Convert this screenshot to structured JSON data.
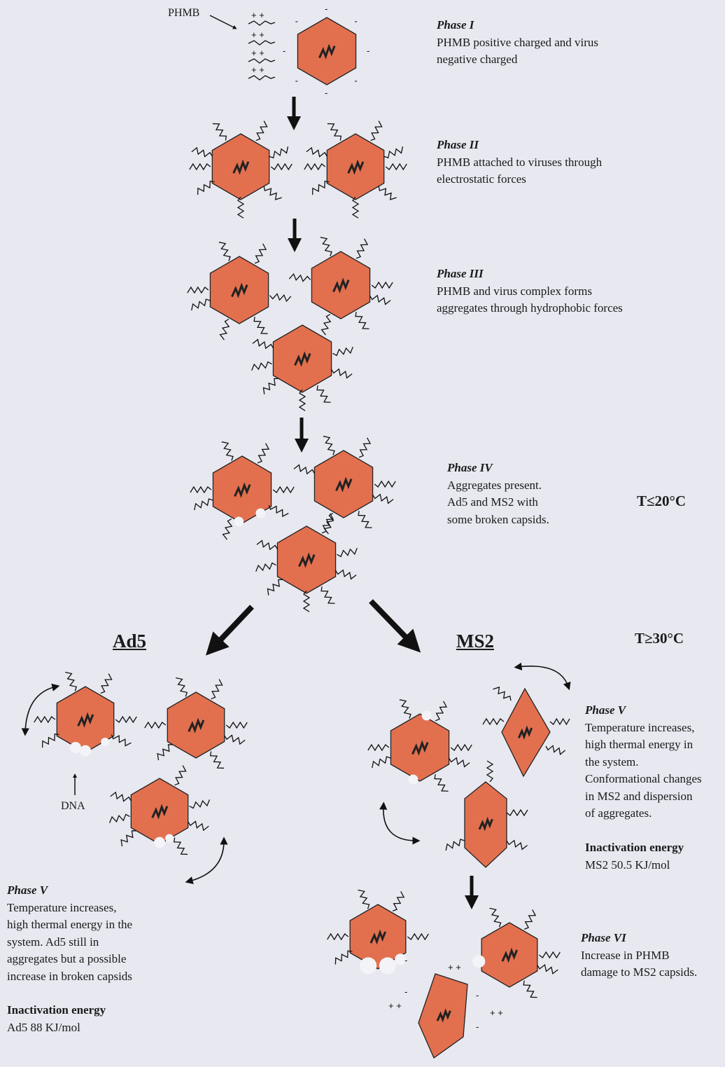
{
  "labels": {
    "phmb": "PHMB",
    "dna": "DNA",
    "ad5": "Ad5",
    "ms2": "MS2",
    "temp_low": "T≤20°C",
    "temp_high": "T≥30°C"
  },
  "phases": {
    "p1": {
      "title": "Phase I",
      "lines": [
        "PHMB positive charged and virus",
        "negative charged"
      ]
    },
    "p2": {
      "title": "Phase II",
      "lines": [
        "PHMB attached to viruses through",
        "electrostatic forces"
      ]
    },
    "p3": {
      "title": "Phase III",
      "lines": [
        "PHMB and virus complex forms",
        "aggregates through hydrophobic forces"
      ]
    },
    "p4": {
      "title": "Phase IV",
      "lines": [
        "Aggregates present.",
        "Ad5 and MS2 with",
        "some broken capsids."
      ]
    },
    "p5_ms2": {
      "title": "Phase V",
      "lines": [
        "Temperature increases,",
        "high thermal energy in",
        "the system.",
        "Conformational changes",
        "in MS2 and dispersion",
        "of aggregates."
      ]
    },
    "p5_ad5": {
      "title": "Phase V",
      "lines": [
        "Temperature increases,",
        "high thermal energy in the",
        "system. Ad5 still in",
        "aggregates but a possible",
        "increase in broken capsids"
      ]
    },
    "p6": {
      "title": "Phase VI",
      "lines": [
        "Increase in PHMB",
        "damage to MS2 capsids."
      ]
    }
  },
  "energy": {
    "title": "Inactivation energy",
    "ms2": "MS2 50.5 KJ/mol",
    "ad5": "Ad5 88 KJ/mol"
  },
  "colors": {
    "capsid": "#e2704f",
    "background": "#e7e8f0"
  }
}
